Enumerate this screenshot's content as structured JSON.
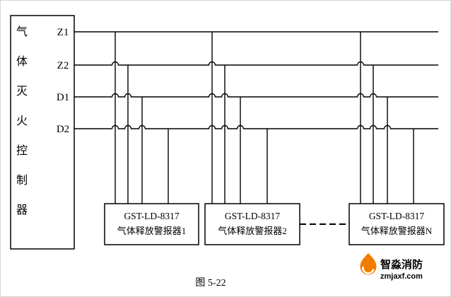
{
  "figure": {
    "caption": "图 5-22"
  },
  "controller": {
    "name": "气体灭火控制器",
    "label_chars": [
      "气",
      "体",
      "灭",
      "火",
      "控",
      "制",
      "器"
    ],
    "terminals": [
      {
        "label": "Z1"
      },
      {
        "label": "Z2"
      },
      {
        "label": "D1"
      },
      {
        "label": "D2"
      }
    ]
  },
  "devices": [
    {
      "model": "GST-LD-8317",
      "name": "气体释放警报器1"
    },
    {
      "model": "GST-LD-8317",
      "name": "气体释放警报器2"
    },
    {
      "model": "GST-LD-8317",
      "name": "气体释放警报器N"
    }
  ],
  "watermark": {
    "brand": "智淼消防",
    "url": "zmjaxf.com",
    "orange": "#f07d00",
    "blue": "#1f63ae"
  }
}
